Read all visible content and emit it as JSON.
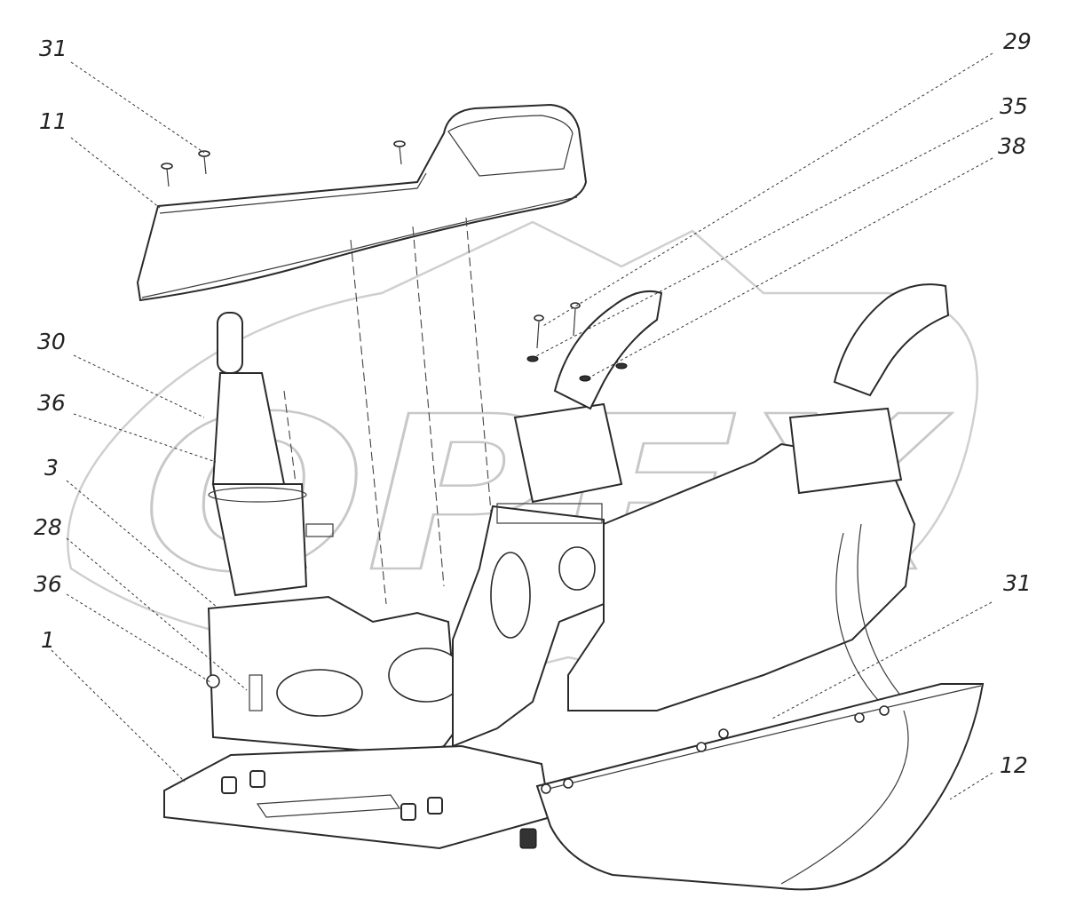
{
  "diagram": {
    "header_text": "",
    "watermark_text": "OPEX",
    "callouts": [
      {
        "id": "c31-top",
        "label": "31"
      },
      {
        "id": "c11",
        "label": "11"
      },
      {
        "id": "c30",
        "label": "30"
      },
      {
        "id": "c36-upper",
        "label": "36"
      },
      {
        "id": "c3",
        "label": "3"
      },
      {
        "id": "c28",
        "label": "28"
      },
      {
        "id": "c36-lower",
        "label": "36"
      },
      {
        "id": "c1",
        "label": "1"
      },
      {
        "id": "c29",
        "label": "29"
      },
      {
        "id": "c35",
        "label": "35"
      },
      {
        "id": "c38",
        "label": "38"
      },
      {
        "id": "c31-right",
        "label": "31"
      },
      {
        "id": "c12",
        "label": "12"
      }
    ],
    "colors": {
      "line": "#2a2a2a",
      "watermark": "#c8c8c8",
      "background": "#ffffff"
    }
  }
}
